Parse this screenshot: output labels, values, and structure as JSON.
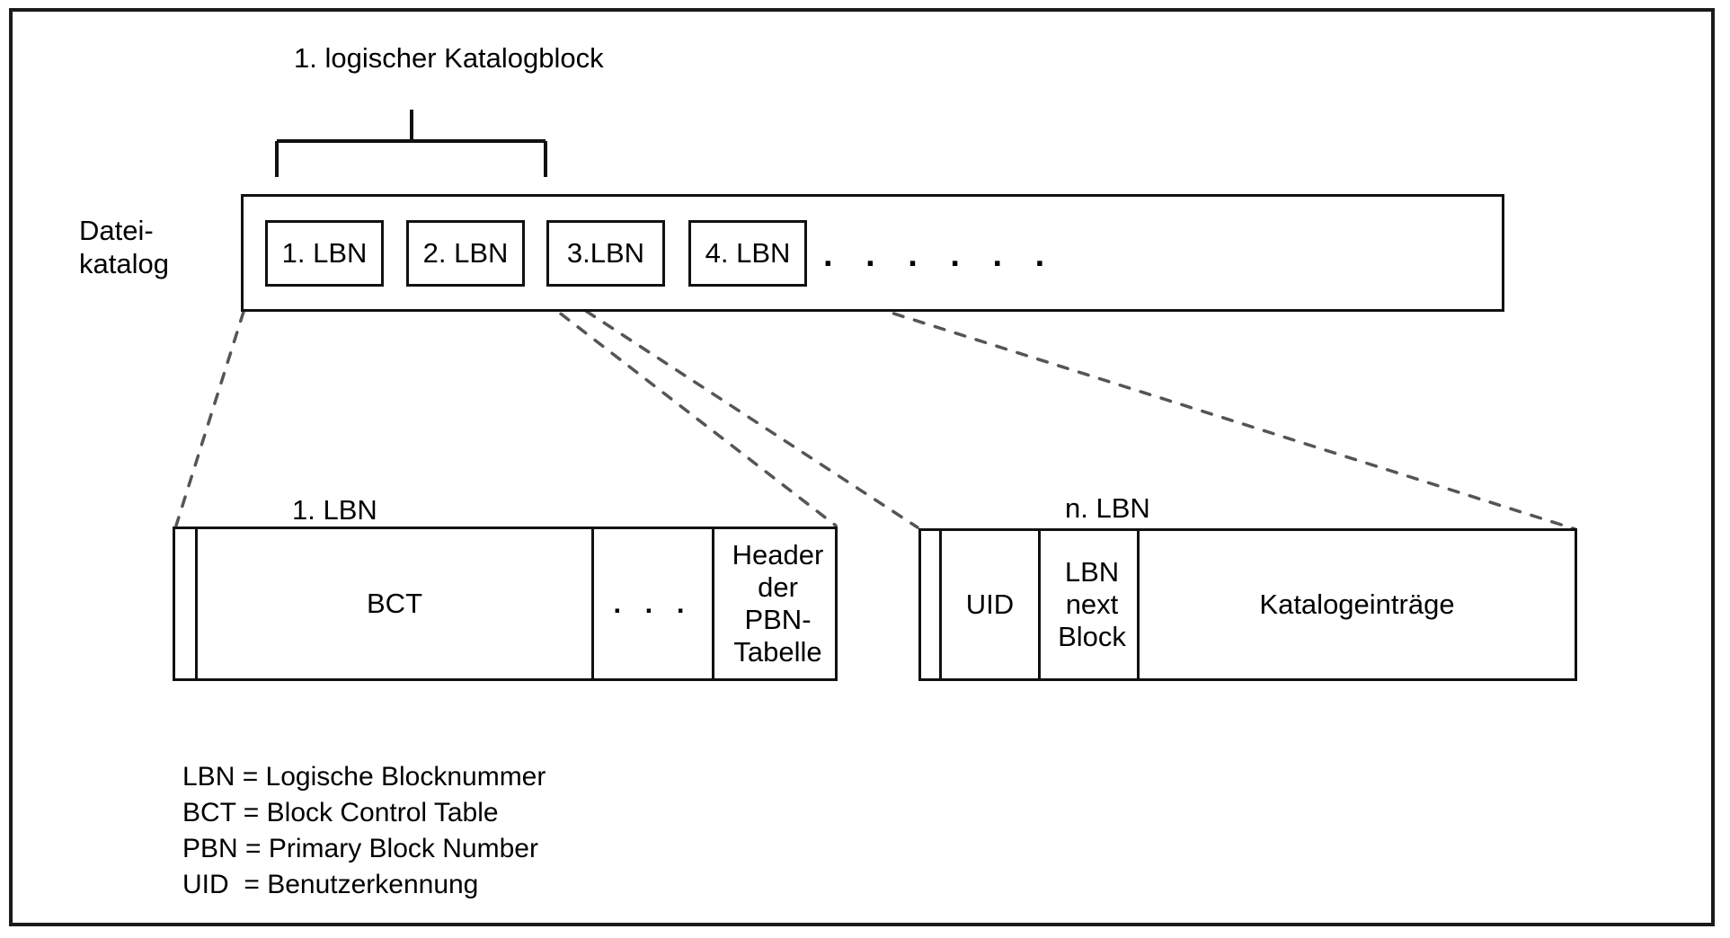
{
  "diagram": {
    "title_top": "1. logischer Katalogblock",
    "catalog_label": "Datei-\nkatalog",
    "catalog_entries": [
      {
        "label": "1. LBN"
      },
      {
        "label": "2. LBN"
      },
      {
        "label": "3.LBN"
      },
      {
        "label": "4. LBN"
      }
    ],
    "catalog_ellipsis": ". . . . . .",
    "detail_left": {
      "title": "1. LBN",
      "cells": [
        {
          "name": "spacer",
          "label": ""
        },
        {
          "name": "bct",
          "label": "BCT"
        },
        {
          "name": "ellipsis",
          "label": ". . ."
        },
        {
          "name": "pbn-header",
          "label": "Header\nder\nPBN-\nTabelle"
        }
      ]
    },
    "detail_right": {
      "title": "n. LBN",
      "cells": [
        {
          "name": "spacer",
          "label": ""
        },
        {
          "name": "uid",
          "label": "UID"
        },
        {
          "name": "lbn-next-block",
          "label": "LBN\nnext\nBlock"
        },
        {
          "name": "catalog-entries",
          "label": "Katalogeinträge"
        }
      ]
    },
    "legend": [
      "LBN = Logische Blocknummer",
      "BCT = Block Control Table",
      "PBN = Primary Block Number",
      "UID  = Benutzerkennung"
    ],
    "colors": {
      "line": "#111111",
      "frame": "#1a1a1a",
      "dashed": "#555555",
      "background": "#ffffff"
    }
  }
}
